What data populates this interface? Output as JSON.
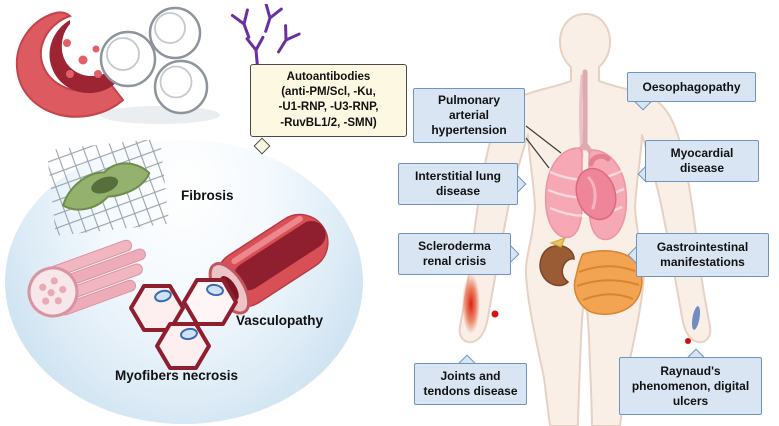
{
  "figure": {
    "autoantibodies_note": {
      "title": "Autoantibodies",
      "line1": "(anti-PM/Scl, -Ku,",
      "line2": "-U1-RNP, -U3-RNP,",
      "line3": "-RuvBL1/2, -SMN)"
    },
    "pathology_labels": {
      "fibrosis": "Fibrosis",
      "vasculopathy": "Vasculopathy",
      "myofibers_necrosis": "Myofibers necrosis"
    },
    "manifestations": {
      "pulmonary_arterial_hypertension": "Pulmonary arterial hypertension",
      "oesophagopathy": "Oesophagopathy",
      "interstitial_lung_disease": "Interstitial lung disease",
      "myocardial_disease": "Myocardial disease",
      "scleroderma_renal_crisis": "Scleroderma renal crisis",
      "gastrointestinal_manifestations": "Gastrointestinal manifestations",
      "joints_and_tendons_disease": "Joints and tendons disease",
      "raynauds_phenomenon": "Raynaud's phenomenon, digital ulcers"
    },
    "colors": {
      "callout_bg": "#d9e5f3",
      "callout_border": "#6f94bd",
      "note_bg": "#fdf8e2",
      "antibody_purple": "#6a2fa0",
      "vessel_red": "#d94f56",
      "ellipse_blue": "#bcd7eb"
    }
  }
}
